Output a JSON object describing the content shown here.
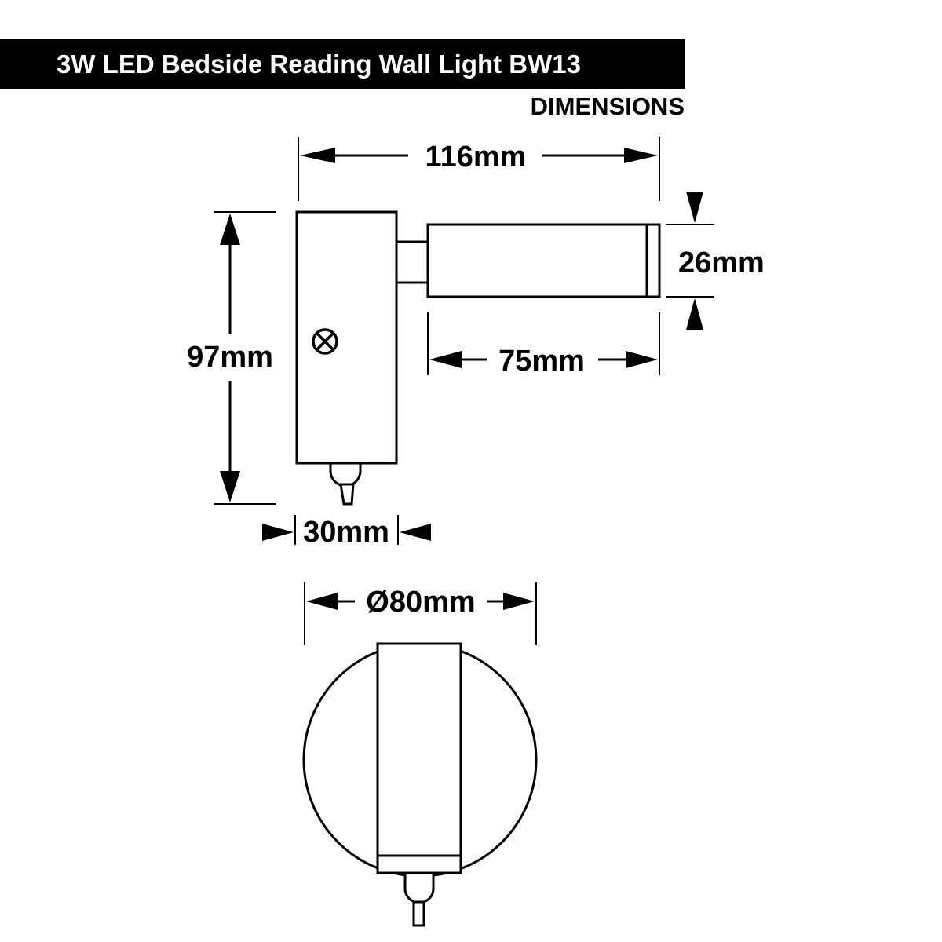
{
  "header": {
    "title": "3W LED Bedside Reading Wall Light BW13",
    "subtitle": "DIMENSIONS"
  },
  "dimensions": {
    "overall_width": "116mm",
    "arm_height": "26mm",
    "arm_length": "75mm",
    "body_height": "97mm",
    "body_depth": "30mm",
    "base_diameter": "Ø80mm"
  },
  "colors": {
    "line": "#000000",
    "background": "#ffffff",
    "title_bar": "#000000",
    "title_text": "#ffffff"
  }
}
